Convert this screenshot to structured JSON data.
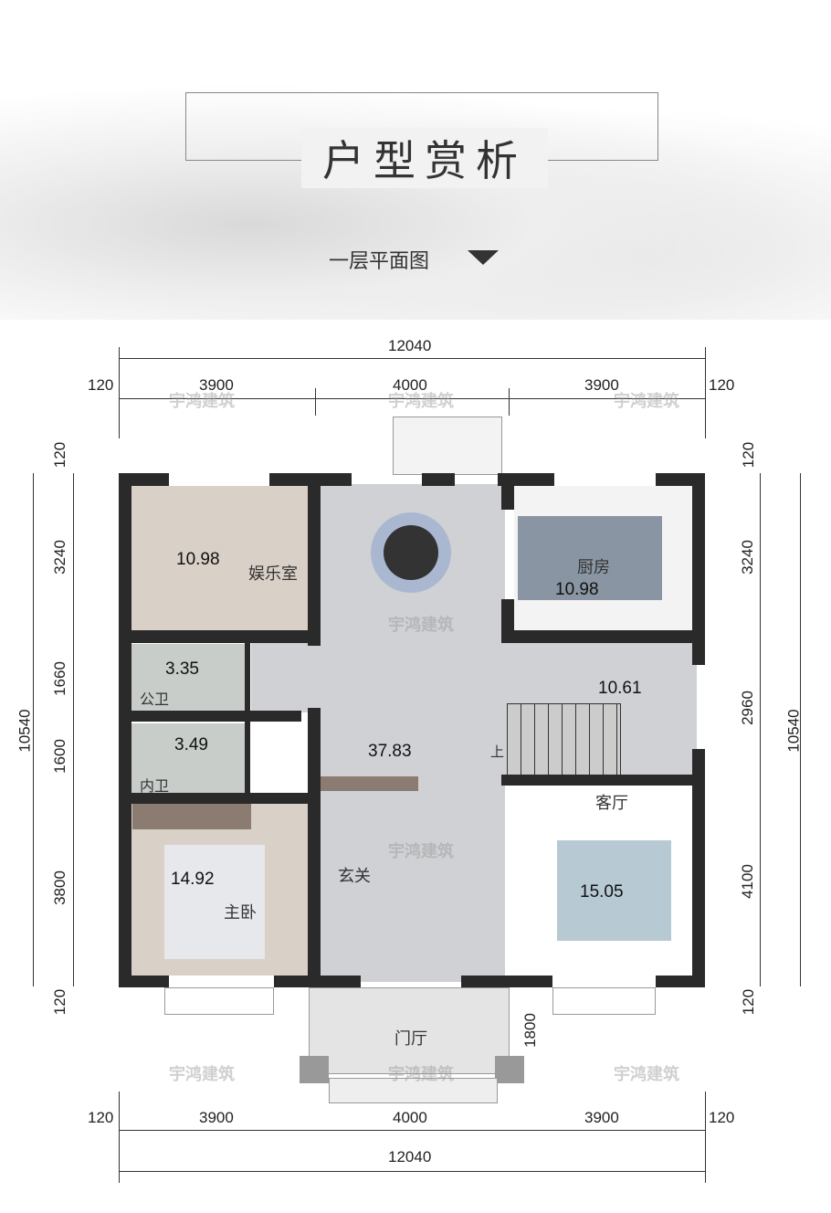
{
  "header": {
    "title": "户型赏析",
    "subtitle": "一层平面图"
  },
  "watermark": "宇鸿建筑",
  "dimensions": {
    "top_total": "12040",
    "top_left_margin": "120",
    "top_segments": [
      "3900",
      "4000",
      "3900"
    ],
    "top_right_margin": "120",
    "bottom_total": "12040",
    "bottom_left_margin": "120",
    "bottom_segments": [
      "3900",
      "4000",
      "3900"
    ],
    "bottom_right_margin": "120",
    "left_total": "10540",
    "left_top_margin": "120",
    "left_segments": [
      "3240",
      "1660",
      "1600",
      "3800"
    ],
    "left_bottom_margin": "120",
    "right_total": "10540",
    "right_top_margin": "120",
    "right_segments": [
      "3240",
      "2960",
      "4100"
    ],
    "right_bottom_margin": "120",
    "porch_depth": "1800"
  },
  "rooms": [
    {
      "name": "娱乐室",
      "area": "10.98"
    },
    {
      "name": "厨房",
      "area": "10.98"
    },
    {
      "name": "公卫",
      "area": "3.35"
    },
    {
      "name": "内卫",
      "area": "3.49"
    },
    {
      "name": "",
      "area": "10.61"
    },
    {
      "name": "",
      "area": "37.83"
    },
    {
      "name": "主卧",
      "area": "14.92"
    },
    {
      "name": "玄关",
      "area": ""
    },
    {
      "name": "客厅",
      "area": "15.05"
    },
    {
      "name": "门厅",
      "area": ""
    }
  ],
  "stair_label": "上",
  "colors": {
    "wall": "#2a2a2a",
    "wood": "#d9d0c7",
    "stone": "#cfd1d4"
  }
}
